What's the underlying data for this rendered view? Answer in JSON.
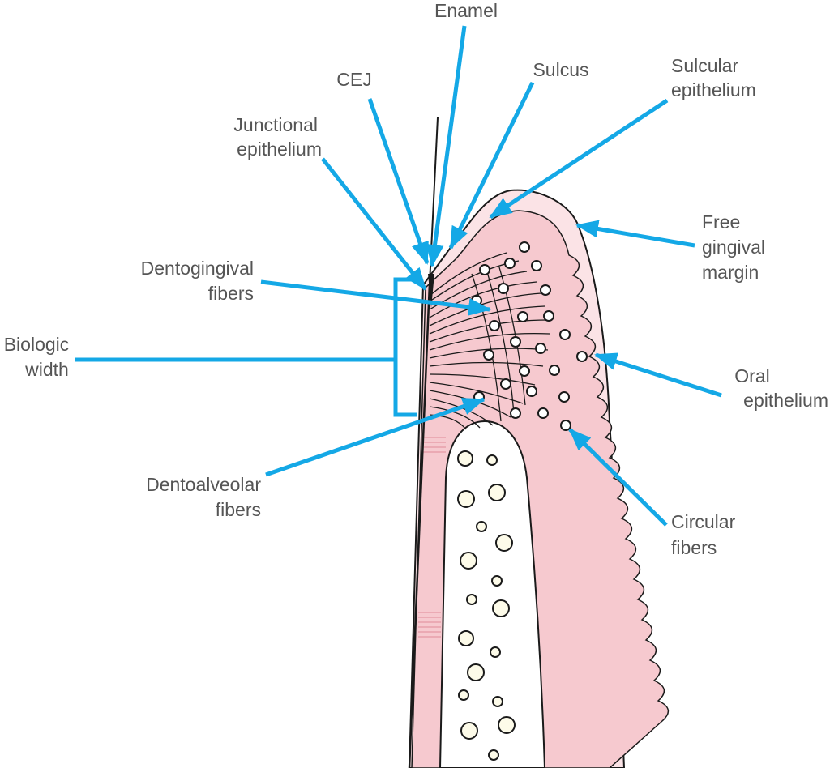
{
  "labels": {
    "enamel": "Enamel",
    "cej": "CEJ",
    "sulcus": "Sulcus",
    "sulcular_1": "Sulcular",
    "sulcular_2": "epithelium",
    "junctional_1": "Junctional",
    "junctional_2": "epithelium",
    "free_1": "Free",
    "free_2": "gingival",
    "free_3": "margin",
    "dentogingival_1": "Dentogingival",
    "dentogingival_2": "fibers",
    "biologic_1": "Biologic",
    "biologic_2": "width",
    "oral_1": "Oral",
    "oral_2": "epithelium",
    "dentoalveolar_1": "Dentoalveolar",
    "dentoalveolar_2": "fibers",
    "circular_1": "Circular",
    "circular_2": "fibers"
  },
  "colors": {
    "pointer": "#14a8e6",
    "gingiva": "#f6c9cf",
    "oral_epithelium": "#fbe3e6",
    "outline": "#1a1a1a",
    "label_text": "#555555",
    "bone_marrow_circle": "#fdfbe9"
  }
}
